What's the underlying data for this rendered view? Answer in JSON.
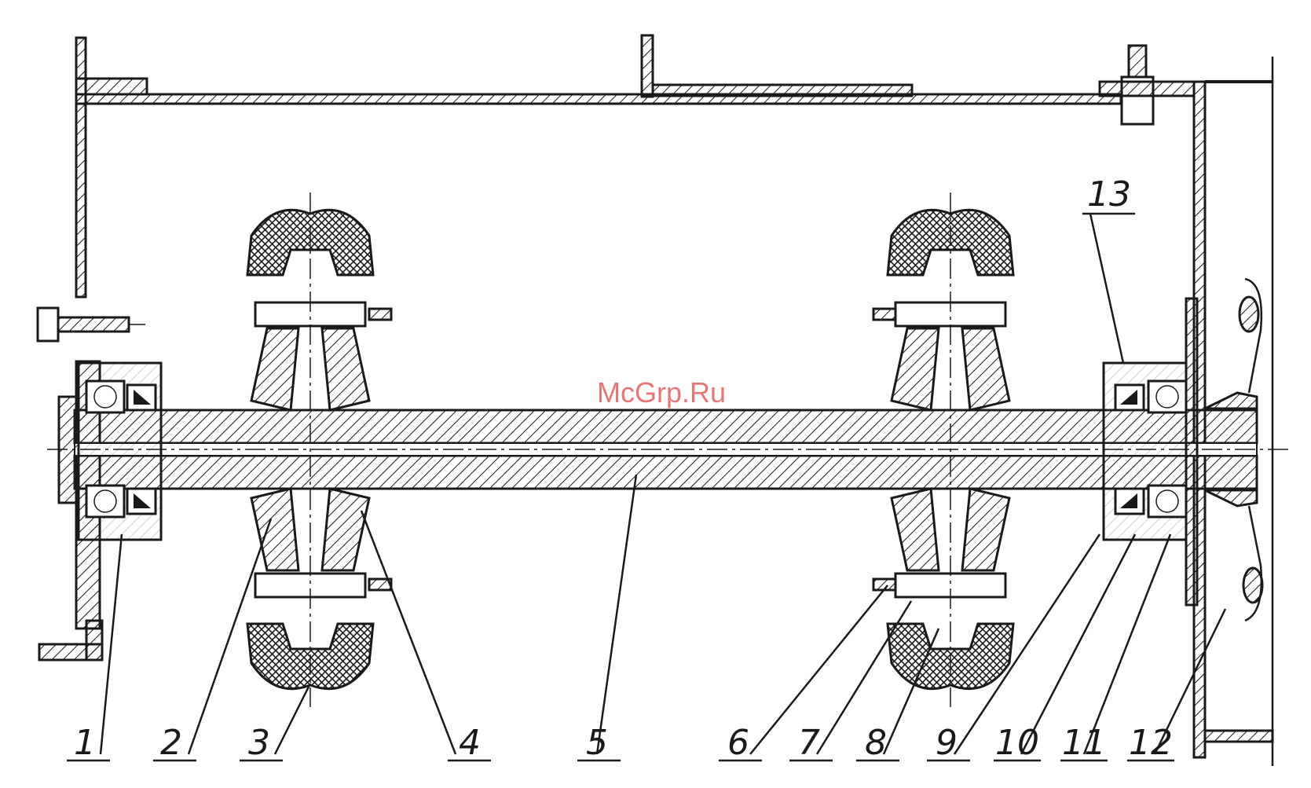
{
  "watermark": "McGrp.Ru",
  "callouts": [
    "1",
    "2",
    "3",
    "4",
    "5",
    "6",
    "7",
    "8",
    "9",
    "10",
    "11",
    "12",
    "13"
  ]
}
